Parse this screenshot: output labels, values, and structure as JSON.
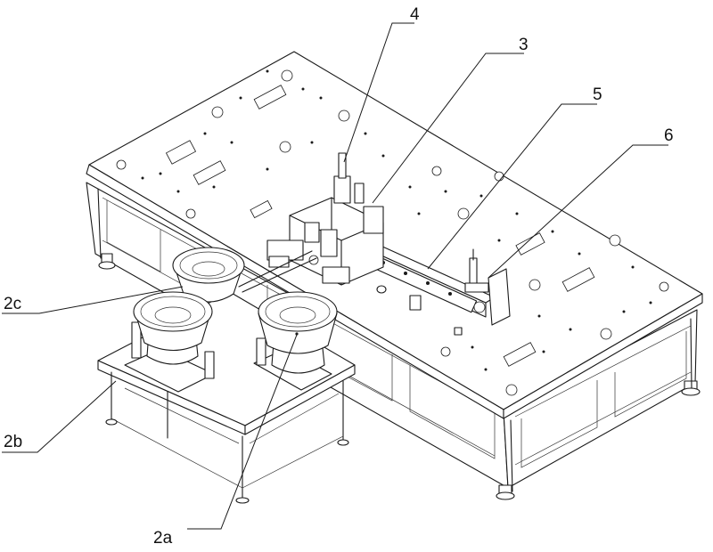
{
  "figure": {
    "title": "",
    "labels": {
      "l4": "4",
      "l3": "3",
      "l5": "5",
      "l6": "6",
      "l2c": "2c",
      "l2b": "2b",
      "l2a": "2a"
    }
  },
  "colors": {
    "line": "#1a1a1a",
    "background": "#ffffff"
  }
}
